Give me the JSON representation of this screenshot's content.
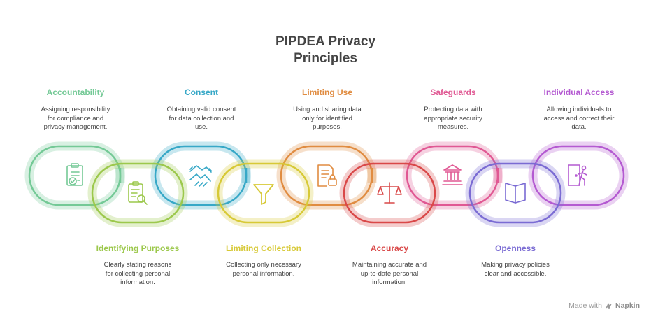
{
  "title": {
    "line1": "PIPDEA Privacy",
    "line2": "Principles"
  },
  "principles": [
    {
      "label": "Accountability",
      "color": "#74c996",
      "icon": "checklist-icon",
      "desc": [
        "Assigning responsibility",
        "for compliance and",
        "privacy management."
      ]
    },
    {
      "label": "Identifying Purposes",
      "color": "#9cc84c",
      "icon": "clipboard-search-icon",
      "desc": [
        "Clearly stating reasons",
        "for collecting personal",
        "information."
      ]
    },
    {
      "label": "Consent",
      "color": "#37a8c7",
      "icon": "handshake-icon",
      "desc": [
        "Obtaining valid consent",
        "for data collection and",
        "use."
      ]
    },
    {
      "label": "Limiting Collection",
      "color": "#d7c936",
      "icon": "funnel-icon",
      "desc": [
        "Collecting only necessary",
        "personal information."
      ]
    },
    {
      "label": "Limiting Use",
      "color": "#e08c41",
      "icon": "document-lock-icon",
      "desc": [
        "Using and sharing data",
        "only for identified",
        "purposes."
      ]
    },
    {
      "label": "Accuracy",
      "color": "#d94848",
      "icon": "scales-icon",
      "desc": [
        "Maintaining accurate and",
        "up-to-date personal",
        "information."
      ]
    },
    {
      "label": "Safeguards",
      "color": "#e05893",
      "icon": "lighthouse-icon",
      "desc": [
        "Protecting data with",
        "appropriate security",
        "measures."
      ]
    },
    {
      "label": "Openness",
      "color": "#7a6bd3",
      "icon": "open-book-icon",
      "desc": [
        "Making privacy policies",
        "clear and accessible."
      ]
    },
    {
      "label": "Individual Access",
      "color": "#b45ad1",
      "icon": "person-door-icon",
      "desc": [
        "Allowing individuals to",
        "access and correct their",
        "data."
      ]
    }
  ],
  "footer": {
    "made_with": "Made with",
    "brand": "Napkin"
  }
}
